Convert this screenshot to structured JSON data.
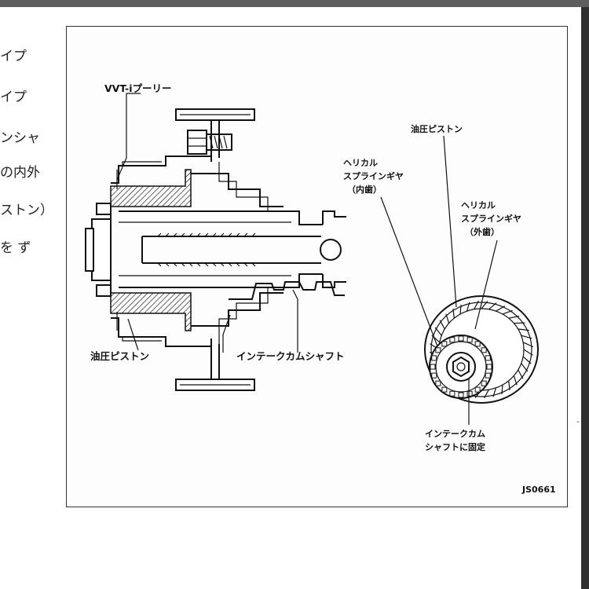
{
  "left_text_fragments": [
    "イプ",
    "イプ",
    "ンシャ",
    "の内外",
    "ストン）",
    "を ず"
  ],
  "figure": {
    "labels": {
      "vvt_pulley": "VVT-iプーリー",
      "oil_piston_left": "油圧ピストン",
      "intake_camshaft": "インテークカムシャフト",
      "oil_piston_right": "油圧ピストン",
      "helical_inner_l1": "ヘリカル",
      "helical_inner_l2": "スプラインギヤ",
      "helical_inner_l3": "（内歯）",
      "helical_outer_l1": "ヘリカル",
      "helical_outer_l2": "スプラインギヤ",
      "helical_outer_l3": "（外歯）",
      "fixed_l1": "インテークカム",
      "fixed_l2": "シャフトに固定"
    },
    "code": "JS0661"
  },
  "right_edge_mark": "‐"
}
